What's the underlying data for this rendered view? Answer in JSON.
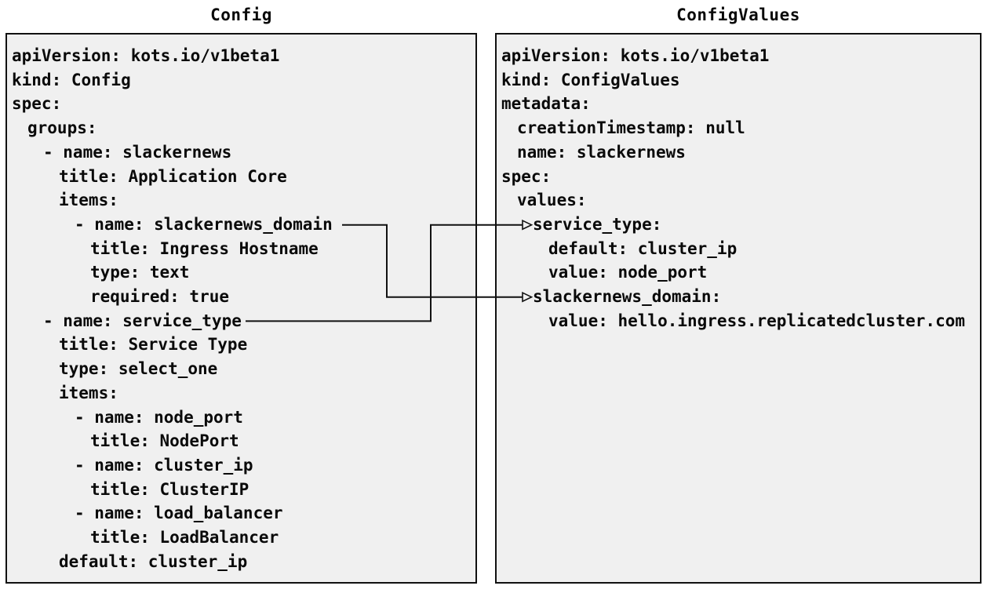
{
  "colors": {
    "box_background": "#f0f0f0",
    "box_border": "#111111",
    "text": "#0a0a0a",
    "connector": "#111111"
  },
  "left_panel": {
    "title": "Config",
    "lines": [
      {
        "text": "apiVersion: kots.io/v1beta1",
        "indent": 0
      },
      {
        "text": "kind: Config",
        "indent": 0
      },
      {
        "text": "spec:",
        "indent": 0
      },
      {
        "text": "groups:",
        "indent": 1
      },
      {
        "text": "- name: slackernews",
        "indent": 2
      },
      {
        "text": "title: Application Core",
        "indent": 3
      },
      {
        "text": "items:",
        "indent": 3
      },
      {
        "text": "- name: slackernews_domain",
        "indent": 4
      },
      {
        "text": "title: Ingress Hostname",
        "indent": 5
      },
      {
        "text": "type: text",
        "indent": 5
      },
      {
        "text": "required: true",
        "indent": 5
      },
      {
        "text": "- name: service_type",
        "indent": 2
      },
      {
        "text": "title: Service Type",
        "indent": 3
      },
      {
        "text": "type: select_one",
        "indent": 3
      },
      {
        "text": "items:",
        "indent": 3
      },
      {
        "text": "- name: node_port",
        "indent": 4
      },
      {
        "text": "title: NodePort",
        "indent": 5
      },
      {
        "text": "- name: cluster_ip",
        "indent": 4
      },
      {
        "text": "title: ClusterIP",
        "indent": 5
      },
      {
        "text": "- name: load_balancer",
        "indent": 4
      },
      {
        "text": "title: LoadBalancer",
        "indent": 5
      },
      {
        "text": "default: cluster_ip",
        "indent": 3
      }
    ]
  },
  "right_panel": {
    "title": "ConfigValues",
    "lines": [
      {
        "text": "apiVersion: kots.io/v1beta1",
        "indent": 0
      },
      {
        "text": "kind: ConfigValues",
        "indent": 0
      },
      {
        "text": "metadata:",
        "indent": 0
      },
      {
        "text": "creationTimestamp: null",
        "indent": 1
      },
      {
        "text": "name: slackernews",
        "indent": 1
      },
      {
        "text": "spec:",
        "indent": 0
      },
      {
        "text": "values:",
        "indent": 1
      },
      {
        "text": "service_type:",
        "indent": 2
      },
      {
        "text": "default: cluster_ip",
        "indent": 3
      },
      {
        "text": "value: node_port",
        "indent": 3
      },
      {
        "text": "slackernews_domain:",
        "indent": 2
      },
      {
        "text": "value: hello.ingress.replicatedcluster.com",
        "indent": 3
      }
    ]
  },
  "connectors": [
    {
      "from_label": "slackernews_domain",
      "to_label": "slackernews_domain:"
    },
    {
      "from_label": "service_type",
      "to_label": "service_type:"
    }
  ]
}
